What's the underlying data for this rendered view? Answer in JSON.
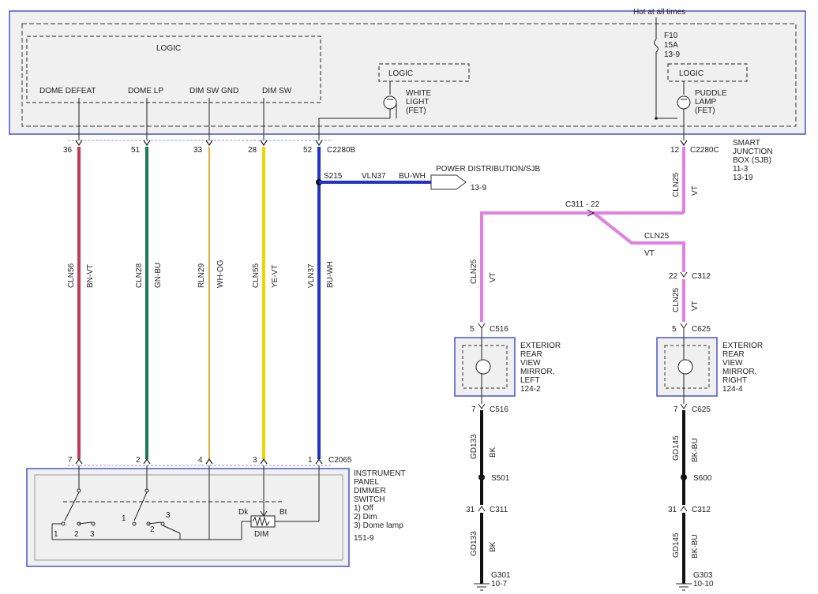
{
  "header": {
    "hot_label": "Hot at all times"
  },
  "fuse": {
    "name": "F10",
    "rating": "15A",
    "ref": "13-9"
  },
  "logic_main": "LOGIC",
  "logic_white": "LOGIC",
  "logic_puddle": "LOGIC",
  "outputs": {
    "dome_defeat": "DOME DEFEAT",
    "dome_lp": "DOME LP",
    "dim_sw_gnd": "DIM SW GND",
    "dim_sw": "DIM SW"
  },
  "white_light": [
    "WHITE",
    "LIGHT",
    "(FET)"
  ],
  "puddle_lamp": [
    "PUDDLE",
    "LAMP",
    "(FET)"
  ],
  "sjb": {
    "lines": [
      "SMART",
      "JUNCTION",
      "BOX (SJB)",
      "11-3",
      "13-19"
    ]
  },
  "connectors": {
    "c2280b": "C2280B",
    "c2280c": "C2280C",
    "c2065": "C2065",
    "c311_22": "C311  -  22",
    "c312": "C312",
    "c516": "C516",
    "c625": "C625",
    "c311": "C311"
  },
  "pins": {
    "p36": "36",
    "p51": "51",
    "p33": "33",
    "p28": "28",
    "p52": "52",
    "p12": "12",
    "p22": "22",
    "p5a": "5",
    "p5b": "5",
    "p7a": "7",
    "p7b": "7",
    "p31a": "31",
    "p31b": "31",
    "sw7": "7",
    "sw2": "2",
    "sw4": "4",
    "sw3": "3",
    "sw1": "1"
  },
  "wires": [
    {
      "circuit": "CLN56",
      "color": "BN-VT",
      "stroke": "#c23a56"
    },
    {
      "circuit": "CLN28",
      "color": "GN-BU",
      "stroke": "#1a7a55"
    },
    {
      "circuit": "RLN29",
      "color": "WH-OG",
      "stroke": "#e8a840"
    },
    {
      "circuit": "CLN55",
      "color": "YE-VT",
      "stroke": "#e8d800"
    },
    {
      "circuit": "VLN37",
      "color": "BU-WH",
      "stroke": "#2233cc"
    }
  ],
  "splice_s215": "S215",
  "branch_vln37": {
    "circuit": "VLN37",
    "color": "BU-WH"
  },
  "power_dist": {
    "label": "POWER DISTRIBUTION/SJB",
    "ref": "13-9"
  },
  "cln25": {
    "circuit": "CLN25",
    "color": "VT",
    "stroke": "#e080e0"
  },
  "left_mirror": {
    "lines": [
      "EXTERIOR",
      "REAR",
      "VIEW",
      "MIRROR,",
      "LEFT",
      "124-2"
    ]
  },
  "right_mirror": {
    "lines": [
      "EXTERIOR",
      "REAR",
      "VIEW",
      "MIRROR,",
      "RIGHT",
      "124-4"
    ]
  },
  "gd133": {
    "circuit": "GD133",
    "color": "BK"
  },
  "gd145": {
    "circuit": "GD145",
    "color": "BK-BU"
  },
  "s501": "S501",
  "s600": "S600",
  "g301": {
    "name": "G301",
    "ref": "10-7"
  },
  "g303": {
    "name": "G303",
    "ref": "10-10"
  },
  "switch_module": {
    "lines": [
      "INSTRUMENT",
      "PANEL",
      "DIMMER",
      "SWITCH",
      "1) Off",
      "2) Dim",
      "3) Dome lamp",
      "151-9"
    ]
  },
  "switch_labels": {
    "s1a": "1",
    "s2a": "2",
    "s3a": "3",
    "s1b": "1",
    "s2b": "2",
    "s3b": "3",
    "dk": "Dk",
    "bt": "Bt",
    "dim": "DIM"
  },
  "colors": {
    "module_fill": "#f0f0f0",
    "module_border": "#4a55c8",
    "wire_black": "#111111"
  }
}
